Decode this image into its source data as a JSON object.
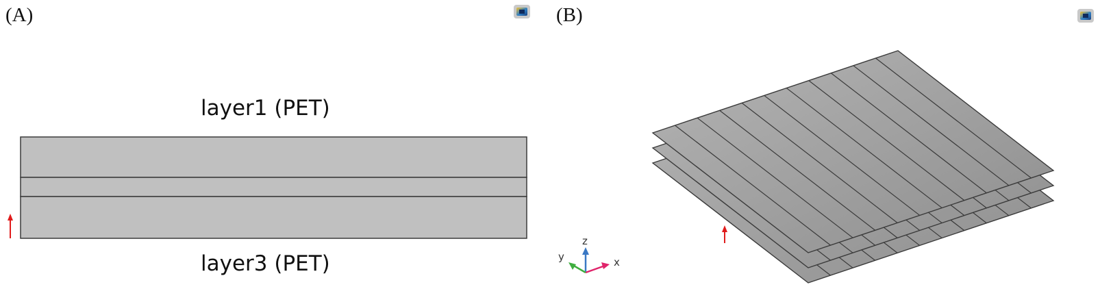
{
  "panels": {
    "a": {
      "label": "(A)",
      "top_layer_label": "layer1 (PET)",
      "bottom_layer_label": "layer3 (PET)"
    },
    "b": {
      "label": "(B)"
    }
  },
  "axes": {
    "x": "x",
    "y": "y",
    "z": "z"
  },
  "colors": {
    "layer_fill": "#c0c0c0",
    "sheet_fill": "#a6a6a6",
    "outline": "#3a3a3a",
    "arrow": "#e01b1b",
    "axis_x": "#e0246b",
    "axis_y": "#3fae3f",
    "axis_z": "#3a78c4"
  },
  "icons": [
    "comsol-logo-icon",
    "comsol-logo-icon"
  ]
}
